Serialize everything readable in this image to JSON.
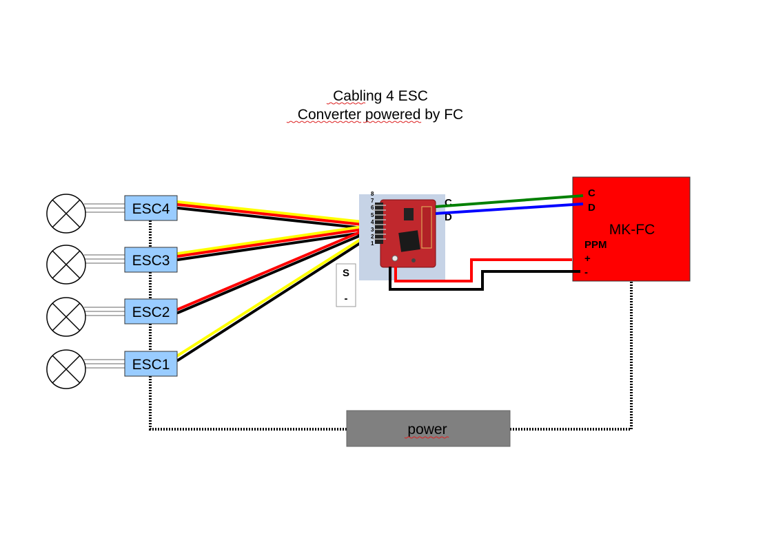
{
  "title": {
    "line1": "Cabling 4 ESC",
    "line2": "Converter powered by FC"
  },
  "escs": [
    {
      "id": "esc4",
      "label": "ESC4"
    },
    {
      "id": "esc3",
      "label": "ESC3"
    },
    {
      "id": "esc2",
      "label": "ESC2"
    },
    {
      "id": "esc1",
      "label": "ESC1"
    }
  ],
  "converter": {
    "pins": [
      "8",
      "7",
      "6",
      "5",
      "4",
      "3",
      "2",
      "1"
    ],
    "label_c": "C",
    "label_d": "D"
  },
  "side_connector": {
    "top": "S",
    "bottom": "-"
  },
  "flight_controller": {
    "label": "MK-FC",
    "pin_c": "C",
    "pin_d": "D",
    "pin_ppm": "PPM",
    "pin_plus": "+",
    "pin_minus": "-",
    "color": "#ff0000"
  },
  "power": {
    "label": "power",
    "color": "#808080"
  },
  "colors": {
    "esc_box": "#99ccff",
    "wire_signal": "#ffff00",
    "wire_plus": "#ff0000",
    "wire_minus": "#000000",
    "wire_clock": "#008000",
    "wire_data": "#0000ff"
  }
}
